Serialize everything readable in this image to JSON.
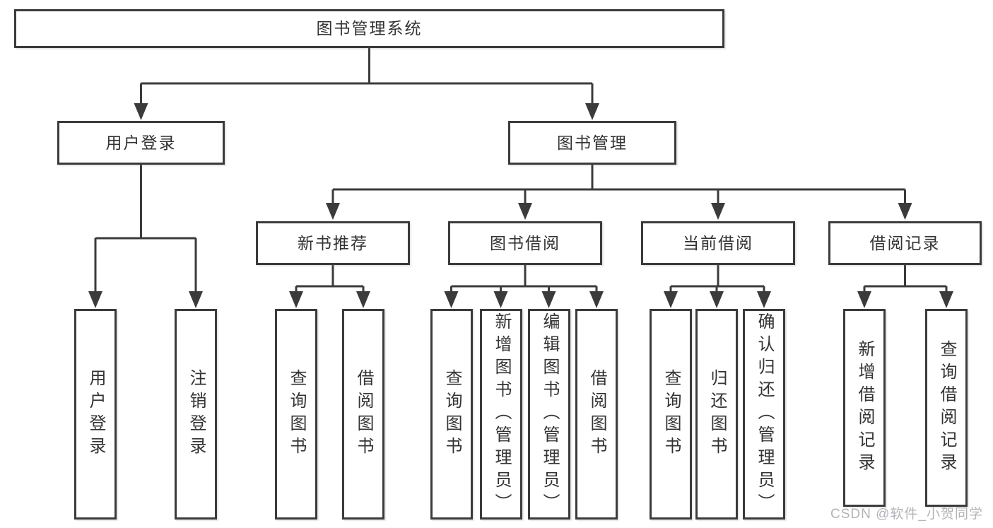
{
  "root": {
    "label": "图书管理系统"
  },
  "level2": {
    "user_login": {
      "label": "用户登录"
    },
    "book_management": {
      "label": "图书管理"
    }
  },
  "level3": {
    "new_book_recommend": {
      "label": "新书推荐"
    },
    "book_borrow": {
      "label": "图书借阅"
    },
    "current_borrow": {
      "label": "当前借阅"
    },
    "borrow_records": {
      "label": "借阅记录"
    }
  },
  "leaves": {
    "user_login": [
      "用户登录",
      "注销登录"
    ],
    "new_book_recommend": [
      "查询图书",
      "借阅图书"
    ],
    "book_borrow": [
      "查询图书",
      "新增图书（管理员）",
      "编辑图书（管理员）",
      "借阅图书"
    ],
    "current_borrow": [
      "查询图书",
      "归还图书",
      "确认归还（管理员）"
    ],
    "borrow_records": [
      "新增借阅记录",
      "查询借阅记录"
    ]
  },
  "watermark": {
    "text": "CSDN @软件_小贺同学"
  },
  "colors": {
    "line": "#3b3b3b",
    "text": "#333333",
    "box_background": "#ffffff",
    "watermark": "#acb0b5",
    "page_background": "#ffffff"
  }
}
